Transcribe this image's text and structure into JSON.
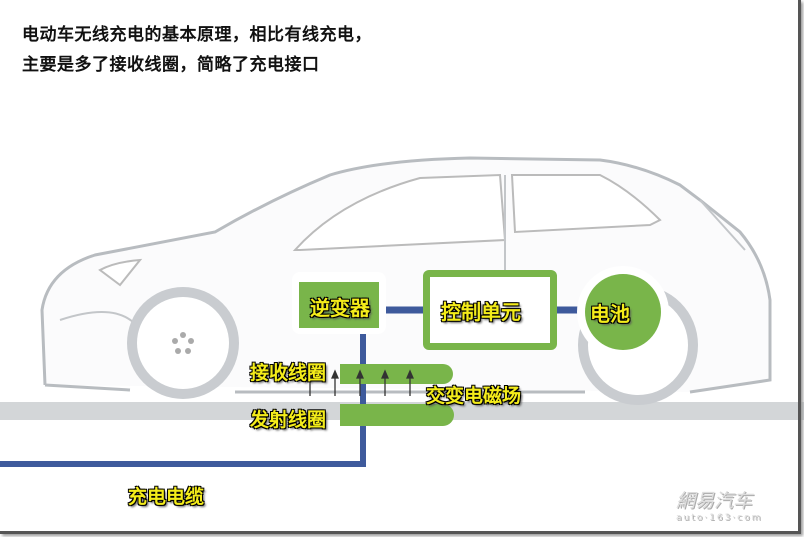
{
  "title": {
    "line1": "电动车无线充电的基本原理，相比有线充电，",
    "line2": "主要是多了接收线圈，简略了充电接口"
  },
  "components": {
    "inverter": "逆变器",
    "control_unit": "控制单元",
    "battery": "电池",
    "receiving_coil": "接收线圈",
    "emitting_coil": "发射线圈",
    "field": "交变电磁场",
    "cable": "充电电缆"
  },
  "watermark": {
    "brand": "網易汽车",
    "url": "auto·163·com"
  },
  "colors": {
    "green": "#79b54a",
    "blue": "#3e5a9c",
    "label": "#f4ec1a",
    "ground": "#d3d6d8"
  }
}
